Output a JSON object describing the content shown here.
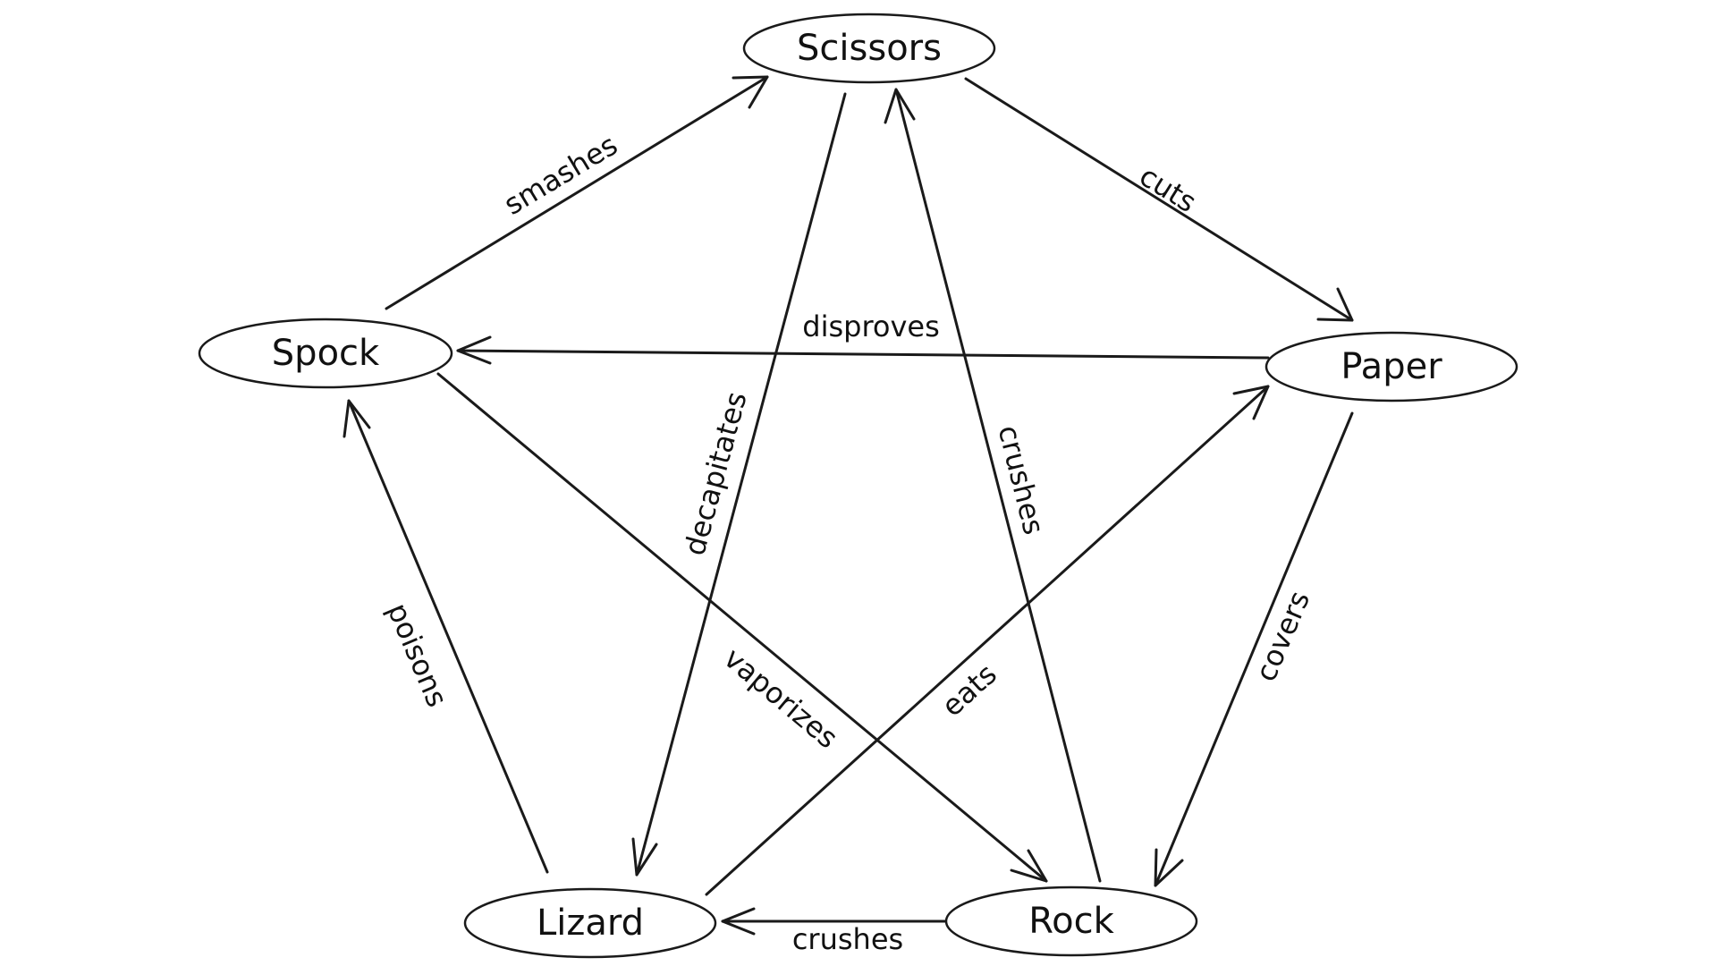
{
  "diagram": {
    "colors": {
      "stroke": "#1a1a1a",
      "text": "#111111",
      "background": "#ffffff"
    },
    "nodes": {
      "scissors": "Scissors",
      "spock": "Spock",
      "paper": "Paper",
      "lizard": "Lizard",
      "rock": "Rock"
    },
    "edges": [
      {
        "id": "scissors-cuts-paper",
        "from": "scissors",
        "to": "paper",
        "label": "cuts"
      },
      {
        "id": "paper-covers-rock",
        "from": "paper",
        "to": "rock",
        "label": "covers"
      },
      {
        "id": "rock-crushes-lizard",
        "from": "rock",
        "to": "lizard",
        "label": "crushes"
      },
      {
        "id": "lizard-poisons-spock",
        "from": "lizard",
        "to": "spock",
        "label": "poisons"
      },
      {
        "id": "spock-smashes-scissors",
        "from": "spock",
        "to": "scissors",
        "label": "smashes"
      },
      {
        "id": "scissors-decapitates-lizard",
        "from": "scissors",
        "to": "lizard",
        "label": "decapitates"
      },
      {
        "id": "lizard-eats-paper",
        "from": "lizard",
        "to": "paper",
        "label": "eats"
      },
      {
        "id": "paper-disproves-spock",
        "from": "paper",
        "to": "spock",
        "label": "disproves"
      },
      {
        "id": "spock-vaporizes-rock",
        "from": "spock",
        "to": "rock",
        "label": "vaporizes"
      },
      {
        "id": "rock-crushes-scissors",
        "from": "rock",
        "to": "scissors",
        "label": "crushes"
      }
    ]
  }
}
